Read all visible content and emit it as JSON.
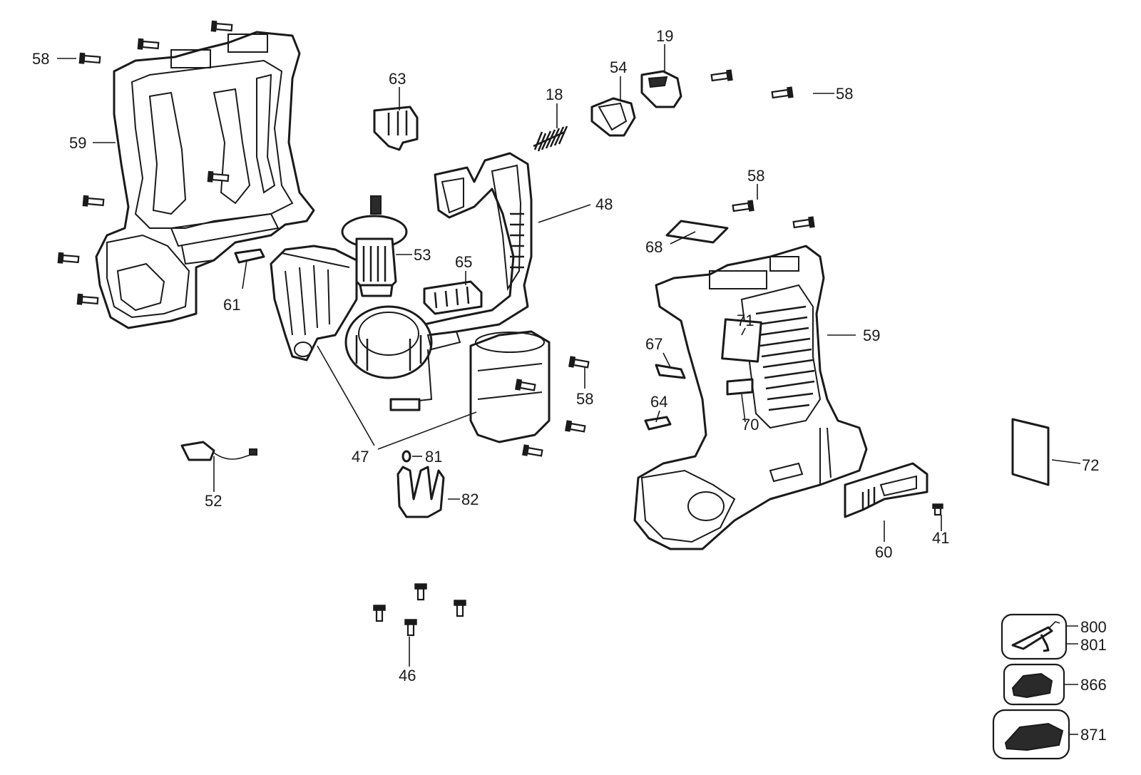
{
  "callouts": [
    {
      "id": "c58a",
      "text": "58"
    },
    {
      "id": "c59a",
      "text": "59"
    },
    {
      "id": "c63",
      "text": "63"
    },
    {
      "id": "c18",
      "text": "18"
    },
    {
      "id": "c54",
      "text": "54"
    },
    {
      "id": "c19",
      "text": "19"
    },
    {
      "id": "c58b",
      "text": "58"
    },
    {
      "id": "c58c",
      "text": "58"
    },
    {
      "id": "c48",
      "text": "48"
    },
    {
      "id": "c68",
      "text": "68"
    },
    {
      "id": "c53",
      "text": "53"
    },
    {
      "id": "c65",
      "text": "65"
    },
    {
      "id": "c61",
      "text": "61"
    },
    {
      "id": "c71",
      "text": "71"
    },
    {
      "id": "c59b",
      "text": "59"
    },
    {
      "id": "c67",
      "text": "67"
    },
    {
      "id": "c58d",
      "text": "58"
    },
    {
      "id": "c64",
      "text": "64"
    },
    {
      "id": "c70",
      "text": "70"
    },
    {
      "id": "c72",
      "text": "72"
    },
    {
      "id": "c47",
      "text": "47"
    },
    {
      "id": "c81",
      "text": "81"
    },
    {
      "id": "c82",
      "text": "82"
    },
    {
      "id": "c52",
      "text": "52"
    },
    {
      "id": "c60",
      "text": "60"
    },
    {
      "id": "c41",
      "text": "41"
    },
    {
      "id": "c46",
      "text": "46"
    },
    {
      "id": "c800",
      "text": "800"
    },
    {
      "id": "c801",
      "text": "801"
    },
    {
      "id": "c866",
      "text": "866"
    },
    {
      "id": "c871",
      "text": "871"
    }
  ],
  "icons": {
    "screw": "screw-icon",
    "spring": "spring-icon",
    "label_sheet": "label-sheet-icon",
    "accessory": "accessory-icon"
  },
  "colors": {
    "ink": "#1a1a1a",
    "background": "#ffffff"
  }
}
